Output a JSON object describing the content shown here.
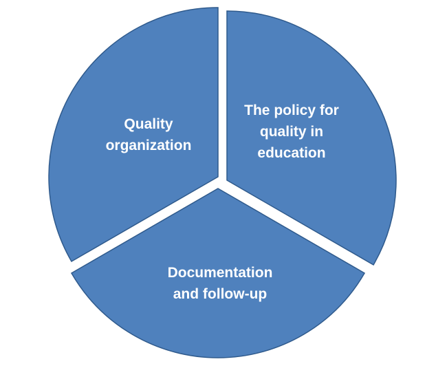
{
  "diagram": {
    "segments": [
      {
        "id": "quality-organization",
        "lines": [
          "Quality",
          "organization"
        ]
      },
      {
        "id": "policy-for-quality",
        "lines": [
          "The policy for",
          "quality in",
          "education"
        ]
      },
      {
        "id": "documentation-follow-up",
        "lines": [
          "Documentation",
          "and follow-up"
        ]
      }
    ],
    "colors": {
      "fill": "#4f81bd",
      "stroke": "#2f5a8c",
      "text": "#ffffff",
      "background": "#ffffff"
    }
  }
}
